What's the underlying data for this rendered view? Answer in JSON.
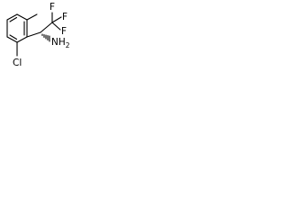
{
  "molecule": {
    "labels": {
      "fluorine_top": "F",
      "fluorine_right_top": "F",
      "fluorine_right_bottom": "F",
      "nitrogen": "N",
      "hydrogen": "H",
      "hydrogen_count": "2",
      "chlorine": "Cl"
    }
  }
}
